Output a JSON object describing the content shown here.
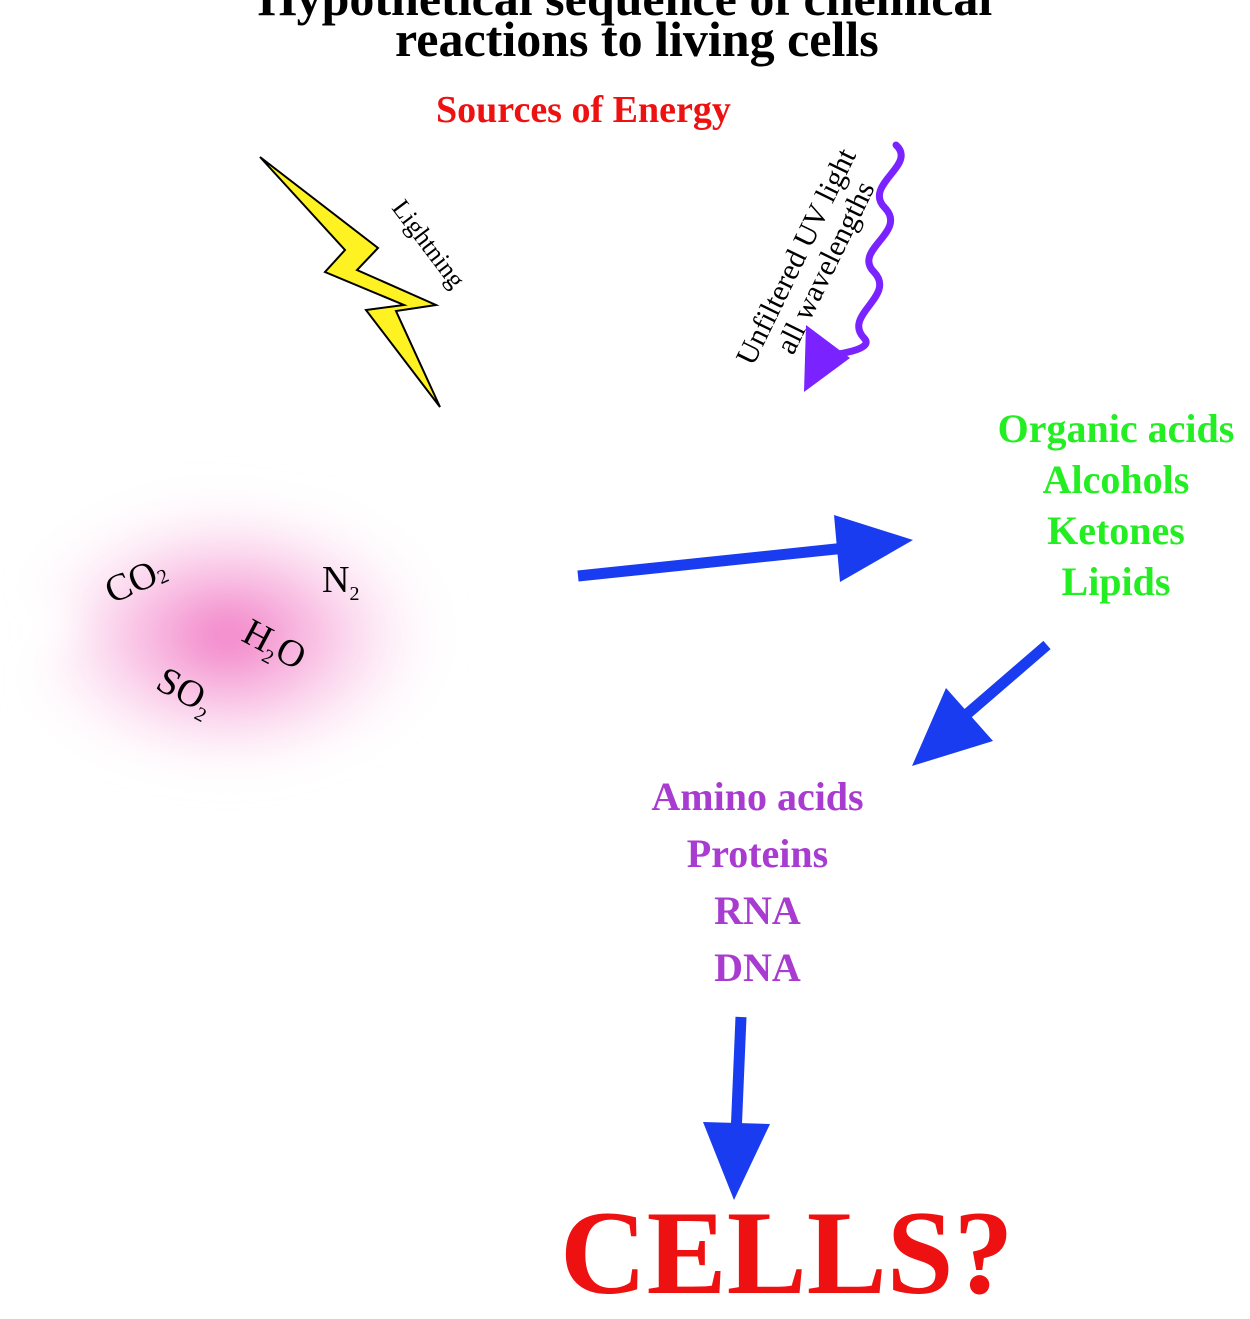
{
  "title": {
    "line1": "Hypothetical sequence of chemical",
    "line2": "reactions to living cells"
  },
  "energy_heading": "Sources of Energy",
  "energy_sources": {
    "lightning": "Lightning",
    "uv_line1": "Unfiltered UV light",
    "uv_line2": "all wavelengths"
  },
  "gases": {
    "co2": {
      "base": "CO",
      "sub": "2"
    },
    "n2": {
      "base": "N",
      "sub": "2"
    },
    "h2o": {
      "base1": "H",
      "sub": "2",
      "base2": "O"
    },
    "so2": {
      "base": "SO",
      "sub": "2"
    }
  },
  "organics": [
    "Organic acids",
    "Alcohols",
    "Ketones",
    "Lipids"
  ],
  "biomolecules": [
    "Amino acids",
    "Proteins",
    "RNA",
    "DNA"
  ],
  "result": "CELLS?",
  "colors": {
    "energy_heading": "#ee1111",
    "organics": "#22ee22",
    "biomolecules": "#a83bd0",
    "arrows": "#1a3cf0",
    "uv_wave": "#7a22ff",
    "lightning_fill": "#fff222",
    "cloud": "#f070c0",
    "result": "#ee1111"
  }
}
